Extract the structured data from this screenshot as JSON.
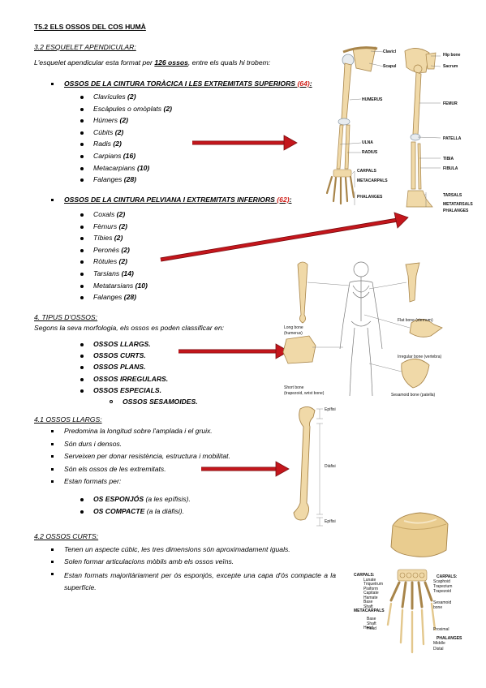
{
  "title": "T5.2  ELS OSSOS DEL COS HUMÀ",
  "s1": {
    "heading": "3.2 ESQUELET APENDICULAR:",
    "intro_pre": "L'esquelet apendicular esta format per ",
    "intro_count": "126 ossos",
    "intro_post": ", entre els quals hi trobem:",
    "upper": {
      "label": "OSSOS DE LA CINTURA TORÀCICA I LES EXTREMITATS SUPERIORS",
      "count": "(64)",
      "suffix": ":",
      "items": [
        {
          "name": "Clavícules",
          "count": "(2)"
        },
        {
          "name": "Escàpules o omòplats",
          "count": "(2)"
        },
        {
          "name": "Húmers",
          "count": "(2)"
        },
        {
          "name": "Cúbits",
          "count": "(2)"
        },
        {
          "name": "Radis",
          "count": "(2)"
        },
        {
          "name": "Carpians",
          "count": "(16)"
        },
        {
          "name": "Metacarpians",
          "count": "(10)"
        },
        {
          "name": "Falanges",
          "count": "(28)"
        }
      ]
    },
    "lower": {
      "label": "OSSOS DE LA CINTURA PELVIANA I EXTREMITATS INFERIORS",
      "count": "(62)",
      "suffix": ":",
      "items": [
        {
          "name": "Coxals",
          "count": "(2)"
        },
        {
          "name": "Fèmurs",
          "count": "(2)"
        },
        {
          "name": "Tíbies",
          "count": "(2)"
        },
        {
          "name": "Peronés",
          "count": "(2)"
        },
        {
          "name": "Ròtules",
          "count": "(2)"
        },
        {
          "name": "Tarsians",
          "count": "(14)"
        },
        {
          "name": "Metatarsians",
          "count": "(10)"
        },
        {
          "name": "Falanges",
          "count": "(28)"
        }
      ]
    }
  },
  "arm_labels": [
    "Clavicl",
    "Scapul",
    "HUMERUS",
    "ULNA",
    "RADIUS",
    "CARPALS",
    "METACARPALS",
    "PHALANGES"
  ],
  "leg_labels": [
    "Hip bone",
    "Sacrum",
    "FEMUR",
    "PATELLA",
    "TIBIA",
    "FIBULA",
    "TARSALS",
    "METATARSALS",
    "PHALANGES"
  ],
  "s2": {
    "heading": "4. TIPUS D'OSSOS:",
    "intro": "Segons la seva morfologia, els ossos es poden classificar en:",
    "items": [
      "OSSOS LLARGS.",
      "OSSOS CURTS.",
      "OSSOS PLANS.",
      "OSSOS IRREGULARS.",
      "OSSOS ESPECIALS."
    ],
    "sub": "OSSOS SESAMOIDES."
  },
  "types_labels": {
    "long": [
      "Long bone",
      "(humerus)"
    ],
    "flat": "Flat bone (sternum)",
    "irregular": "Irregular bone (vertebra)",
    "short": [
      "Short bone",
      "(trapezoid, wrist bone)"
    ],
    "sesamoid": "Sesamoid bone (patella)"
  },
  "s3": {
    "heading": "4.1 OSSOS LLARGS:",
    "items": [
      "Predomina la longitud sobre l'amplada i el gruix.",
      "Són durs i densos.",
      "Serveixen per donar resistència, estructura i mobilitat.",
      "Són els ossos de les extremitats.",
      "Estan formats per:"
    ],
    "sub": [
      {
        "bold": "OS ESPONJÓS",
        "rest": " (a les epífisis)."
      },
      {
        "bold": "OS COMPACTE",
        "rest": " (a la diàfisi)."
      }
    ]
  },
  "femur_labels": [
    "Epífisi",
    "Diàfisi",
    "Epífisi"
  ],
  "s4": {
    "heading": "4.2 OSSOS CURTS:",
    "items": [
      "Tenen un aspecte cúbic, les tres dimensions són aproximadament iguals.",
      "Solen formar articulacions mòbils amb els ossos veïns.",
      "Estan formats majoritàriament per ós esponjós, excepte una capa d'ós compacte a la superfície."
    ]
  },
  "hand_labels": {
    "left": [
      "CARPALS:",
      "Lunate",
      "Triquetrum",
      "Pisiform",
      "Capitate",
      "Hamate",
      "Base",
      "Shaft",
      "METACARPALS",
      "Head"
    ],
    "right": [
      "CARPALS:",
      "Scaphoid",
      "Trapezium",
      "Trapezoid",
      "Sesamoid",
      "bone",
      "Proximal",
      "PHALANGES",
      "Middle",
      "Distal"
    ],
    "left2": [
      "Base",
      "Shaft",
      "Head"
    ]
  },
  "colors": {
    "arrow": "#c4161c",
    "bone": "#f0d9a8",
    "bone_edge": "#a8854a",
    "accent_red": "#d0211b"
  }
}
